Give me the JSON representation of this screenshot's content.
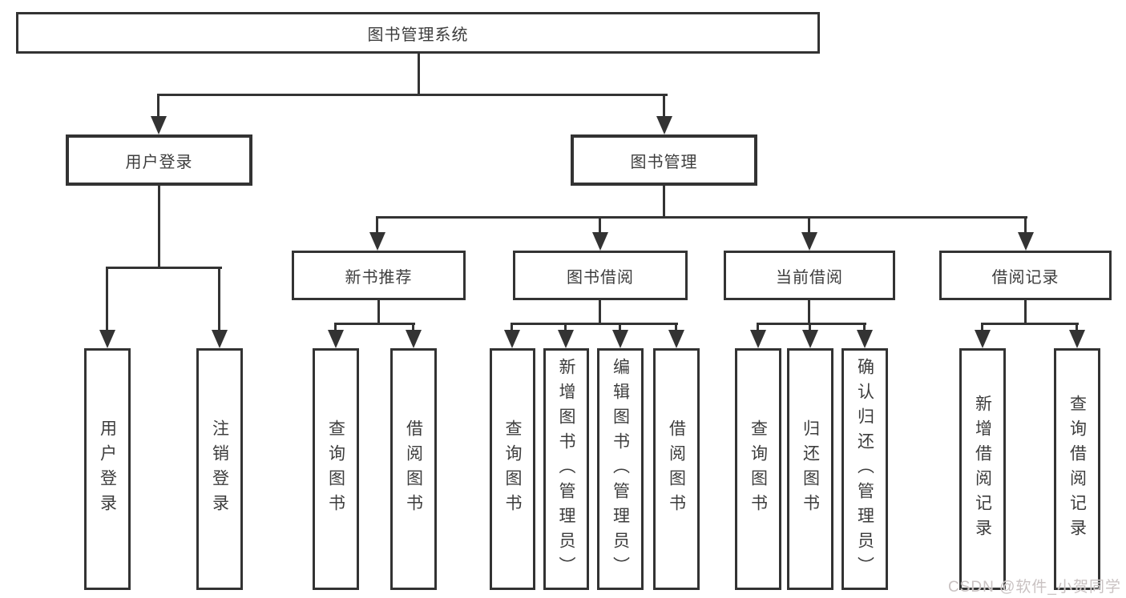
{
  "diagram_type": "hierarchy-tree",
  "colors": {
    "line": "#333333",
    "box_border": "#333333",
    "text": "#3d3d3d",
    "background": "#ffffff",
    "watermark": "#c9c2c2"
  },
  "tree": {
    "root": {
      "label": "图书管理系统",
      "children": [
        {
          "label": "用户登录",
          "children": [
            {
              "label": "用户登录"
            },
            {
              "label": "注销登录"
            }
          ]
        },
        {
          "label": "图书管理",
          "children": [
            {
              "label": "新书推荐",
              "children": [
                {
                  "label": "查询图书"
                },
                {
                  "label": "借阅图书"
                }
              ]
            },
            {
              "label": "图书借阅",
              "children": [
                {
                  "label": "查询图书"
                },
                {
                  "label": "新增图书（管理员）"
                },
                {
                  "label": "编辑图书（管理员）"
                },
                {
                  "label": "借阅图书"
                }
              ]
            },
            {
              "label": "当前借阅",
              "children": [
                {
                  "label": "查询图书"
                },
                {
                  "label": "归还图书"
                },
                {
                  "label": "确认归还（管理员）"
                }
              ]
            },
            {
              "label": "借阅记录",
              "children": [
                {
                  "label": "新增借阅记录"
                },
                {
                  "label": "查询借阅记录"
                }
              ]
            }
          ]
        }
      ]
    }
  },
  "watermark": {
    "text": "CSDN @软件_小贺同学"
  }
}
